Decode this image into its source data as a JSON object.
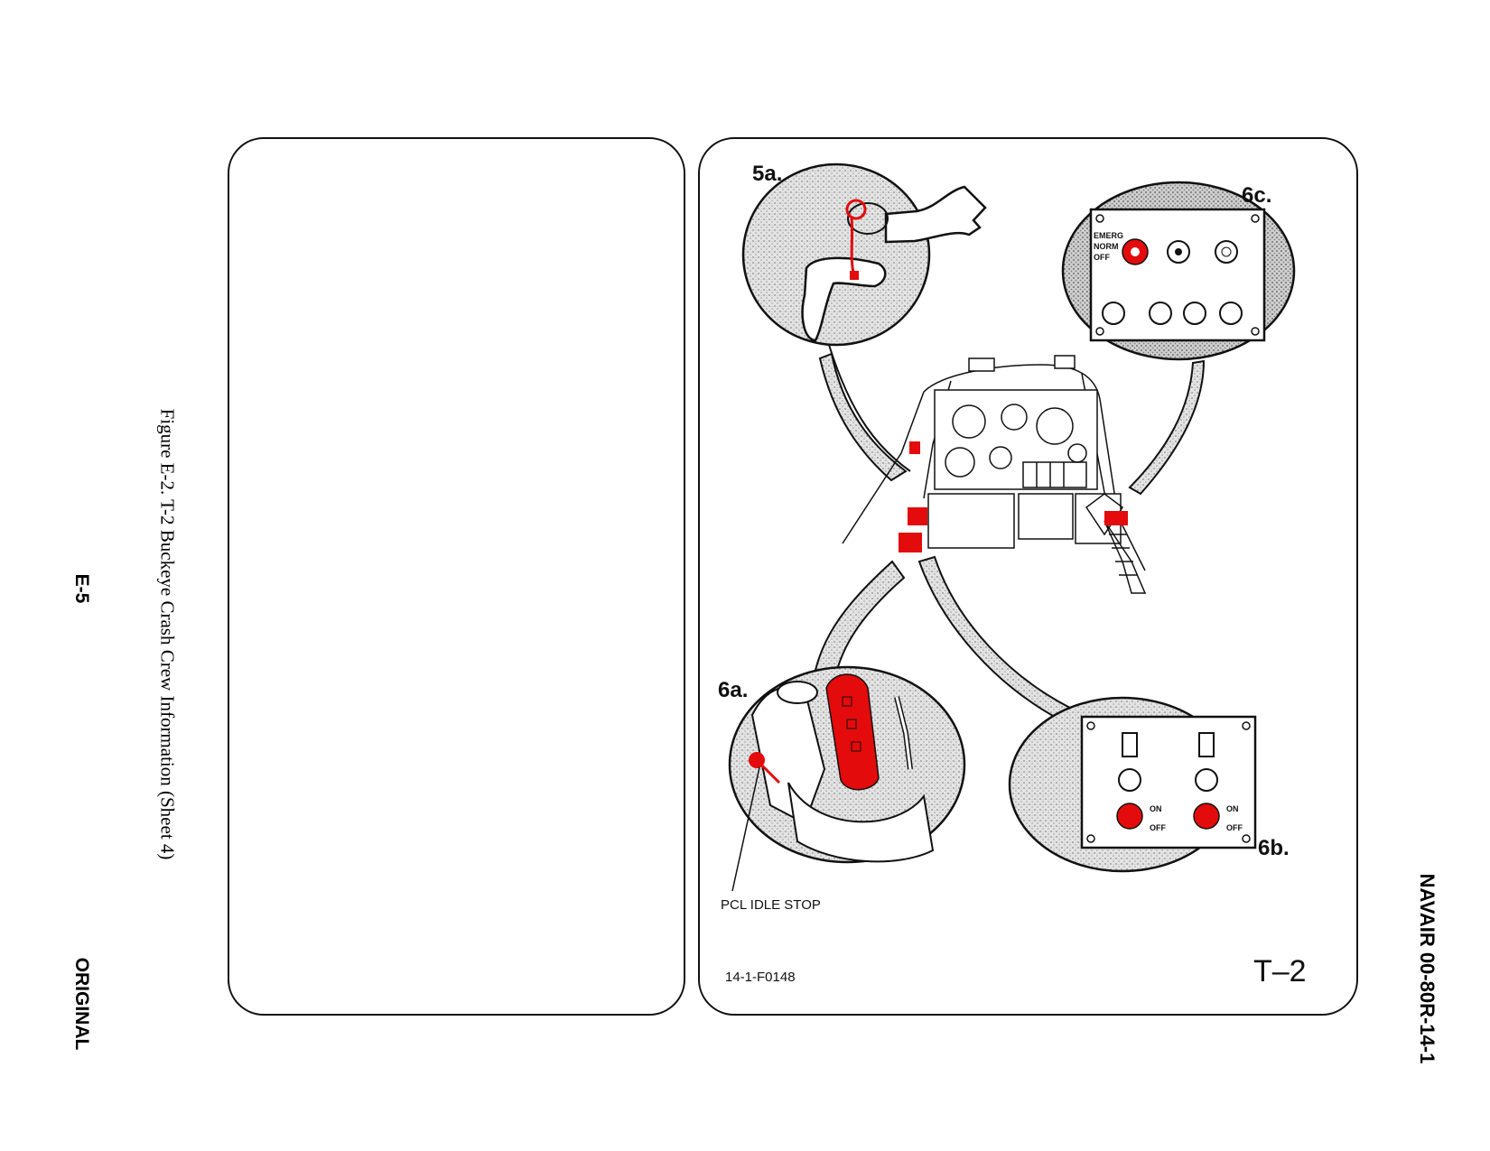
{
  "caption": "Figure E-2.  T-2 Buckeye Crash Crew Information (Sheet 4)",
  "page_number": "E-5",
  "status": "ORIGINAL",
  "document_id": "NAVAIR 00-80R-14-1",
  "figure": {
    "callouts": {
      "c5a": "5a.",
      "c6c": "6c.",
      "c6a": "6a.",
      "c6b": "6b."
    },
    "switch_labels_6c": [
      "EMERG",
      "NORM",
      "OFF"
    ],
    "switch_labels_6b": {
      "on_1": "ON",
      "off_1": "OFF",
      "on_2": "ON",
      "off_2": "OFF"
    },
    "pcl_label": "PCL IDLE STOP",
    "figure_code": "14-1-F0148",
    "aircraft": "T–2"
  },
  "colors": {
    "highlight": "#e30b0b",
    "stipple": "#c9c9c9",
    "line": "#111111"
  }
}
